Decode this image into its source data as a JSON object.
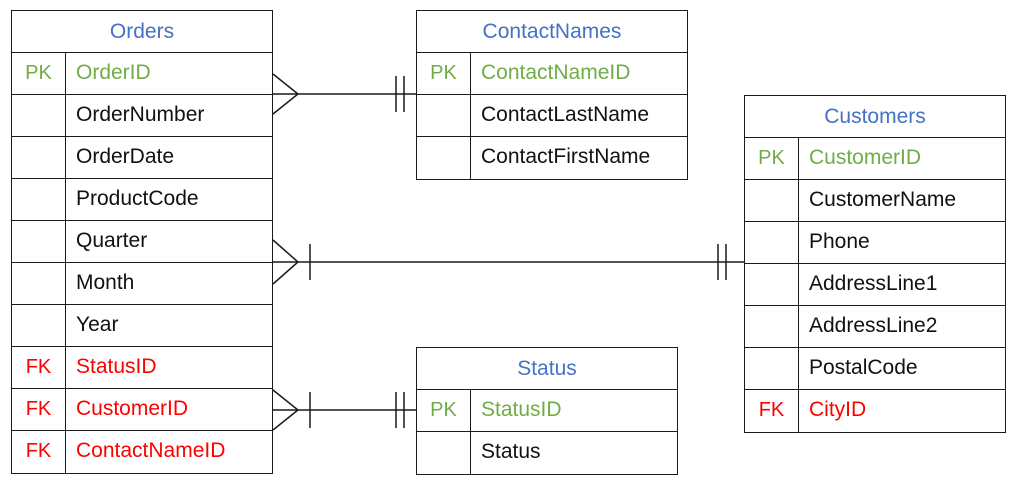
{
  "colors": {
    "title": "#4472c4",
    "primary_key": "#70ad47",
    "foreign_key": "#ff0000",
    "text": "#111111",
    "border": "#1a1a1a"
  },
  "entities": {
    "orders": {
      "title": "Orders",
      "rows": [
        {
          "key": "PK",
          "field": "OrderID",
          "type": "pk"
        },
        {
          "key": "",
          "field": "OrderNumber",
          "type": ""
        },
        {
          "key": "",
          "field": "OrderDate",
          "type": ""
        },
        {
          "key": "",
          "field": "ProductCode",
          "type": ""
        },
        {
          "key": "",
          "field": "Quarter",
          "type": ""
        },
        {
          "key": "",
          "field": "Month",
          "type": ""
        },
        {
          "key": "",
          "field": "Year",
          "type": ""
        },
        {
          "key": "FK",
          "field": "StatusID",
          "type": "fk"
        },
        {
          "key": "FK",
          "field": "CustomerID",
          "type": "fk"
        },
        {
          "key": "FK",
          "field": "ContactNameID",
          "type": "fk"
        }
      ]
    },
    "contactnames": {
      "title": "ContactNames",
      "rows": [
        {
          "key": "PK",
          "field": "ContactNameID",
          "type": "pk"
        },
        {
          "key": "",
          "field": "ContactLastName",
          "type": ""
        },
        {
          "key": "",
          "field": "ContactFirstName",
          "type": ""
        }
      ]
    },
    "status": {
      "title": "Status",
      "rows": [
        {
          "key": "PK",
          "field": "StatusID",
          "type": "pk"
        },
        {
          "key": "",
          "field": "Status",
          "type": ""
        }
      ]
    },
    "customers": {
      "title": "Customers",
      "rows": [
        {
          "key": "PK",
          "field": "CustomerID",
          "type": "pk"
        },
        {
          "key": "",
          "field": "CustomerName",
          "type": ""
        },
        {
          "key": "",
          "field": "Phone",
          "type": ""
        },
        {
          "key": "",
          "field": "AddressLine1",
          "type": ""
        },
        {
          "key": "",
          "field": "AddressLine2",
          "type": ""
        },
        {
          "key": "",
          "field": "PostalCode",
          "type": ""
        },
        {
          "key": "FK",
          "field": "CityID",
          "type": "fk"
        }
      ]
    }
  },
  "relationships": [
    {
      "from": "Orders",
      "to": "ContactNames",
      "from_end": "many",
      "to_end": "one-and-only-one"
    },
    {
      "from": "Orders",
      "to": "Customers",
      "from_end": "one-or-many",
      "to_end": "one-and-only-one"
    },
    {
      "from": "Orders",
      "to": "Status",
      "from_end": "one-or-many",
      "to_end": "one-and-only-one"
    }
  ]
}
